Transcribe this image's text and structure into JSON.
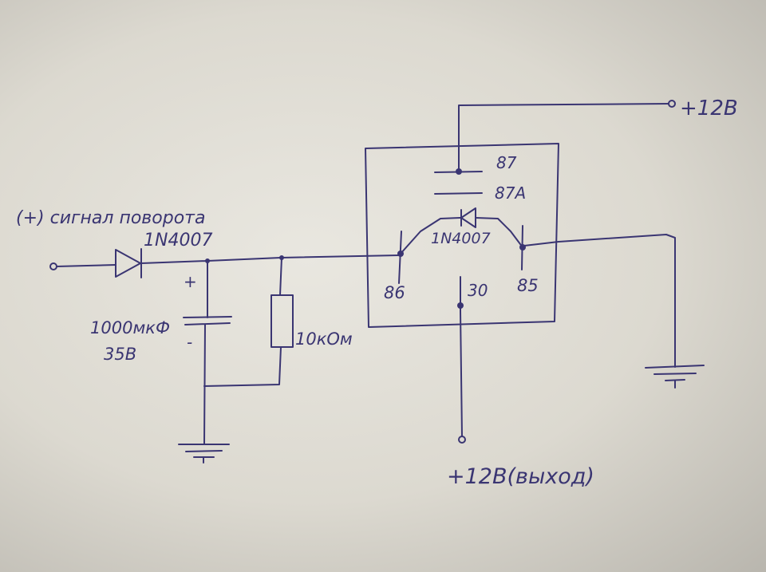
{
  "labels": {
    "supply_top": "+12В",
    "output": "+12В(выход)",
    "input_signal": "(+) сигнал поворота",
    "diode_main": "1N4007",
    "diode_relay": "1N4007",
    "capacitor_value": "1000мкФ",
    "capacitor_voltage": "35В",
    "capacitor_plus": "+",
    "capacitor_minus": "-",
    "resistor": "10кОм",
    "pin_87": "87",
    "pin_87a": "87А",
    "pin_86": "86",
    "pin_85": "85",
    "pin_30": "30"
  },
  "colors": {
    "ink": "#3a3572",
    "paper": "#e4e2da"
  }
}
